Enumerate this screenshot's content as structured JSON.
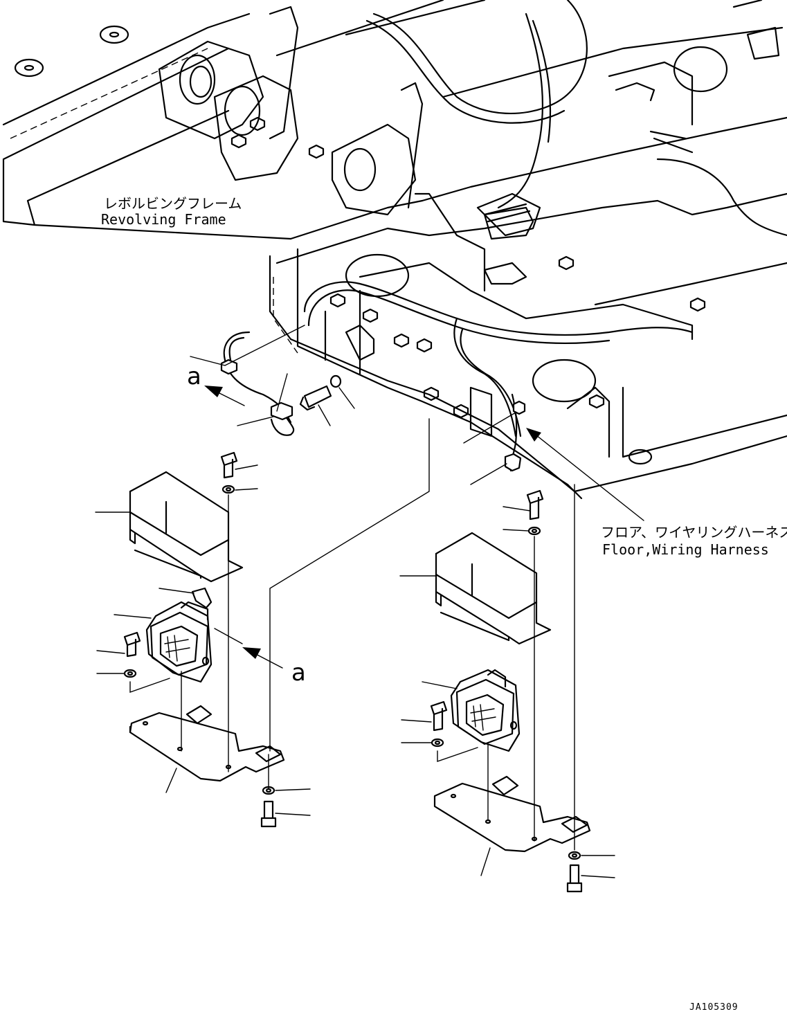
{
  "labels": {
    "revolving_frame_jp": "レボルビングフレーム",
    "revolving_frame_en": "Revolving Frame",
    "harness_jp": "フロア、ワイヤリングハーネス",
    "harness_en": "Floor,Wiring Harness",
    "view_marker_top": "a",
    "view_marker_bottom": "a"
  },
  "drawing_code": "JA105309"
}
